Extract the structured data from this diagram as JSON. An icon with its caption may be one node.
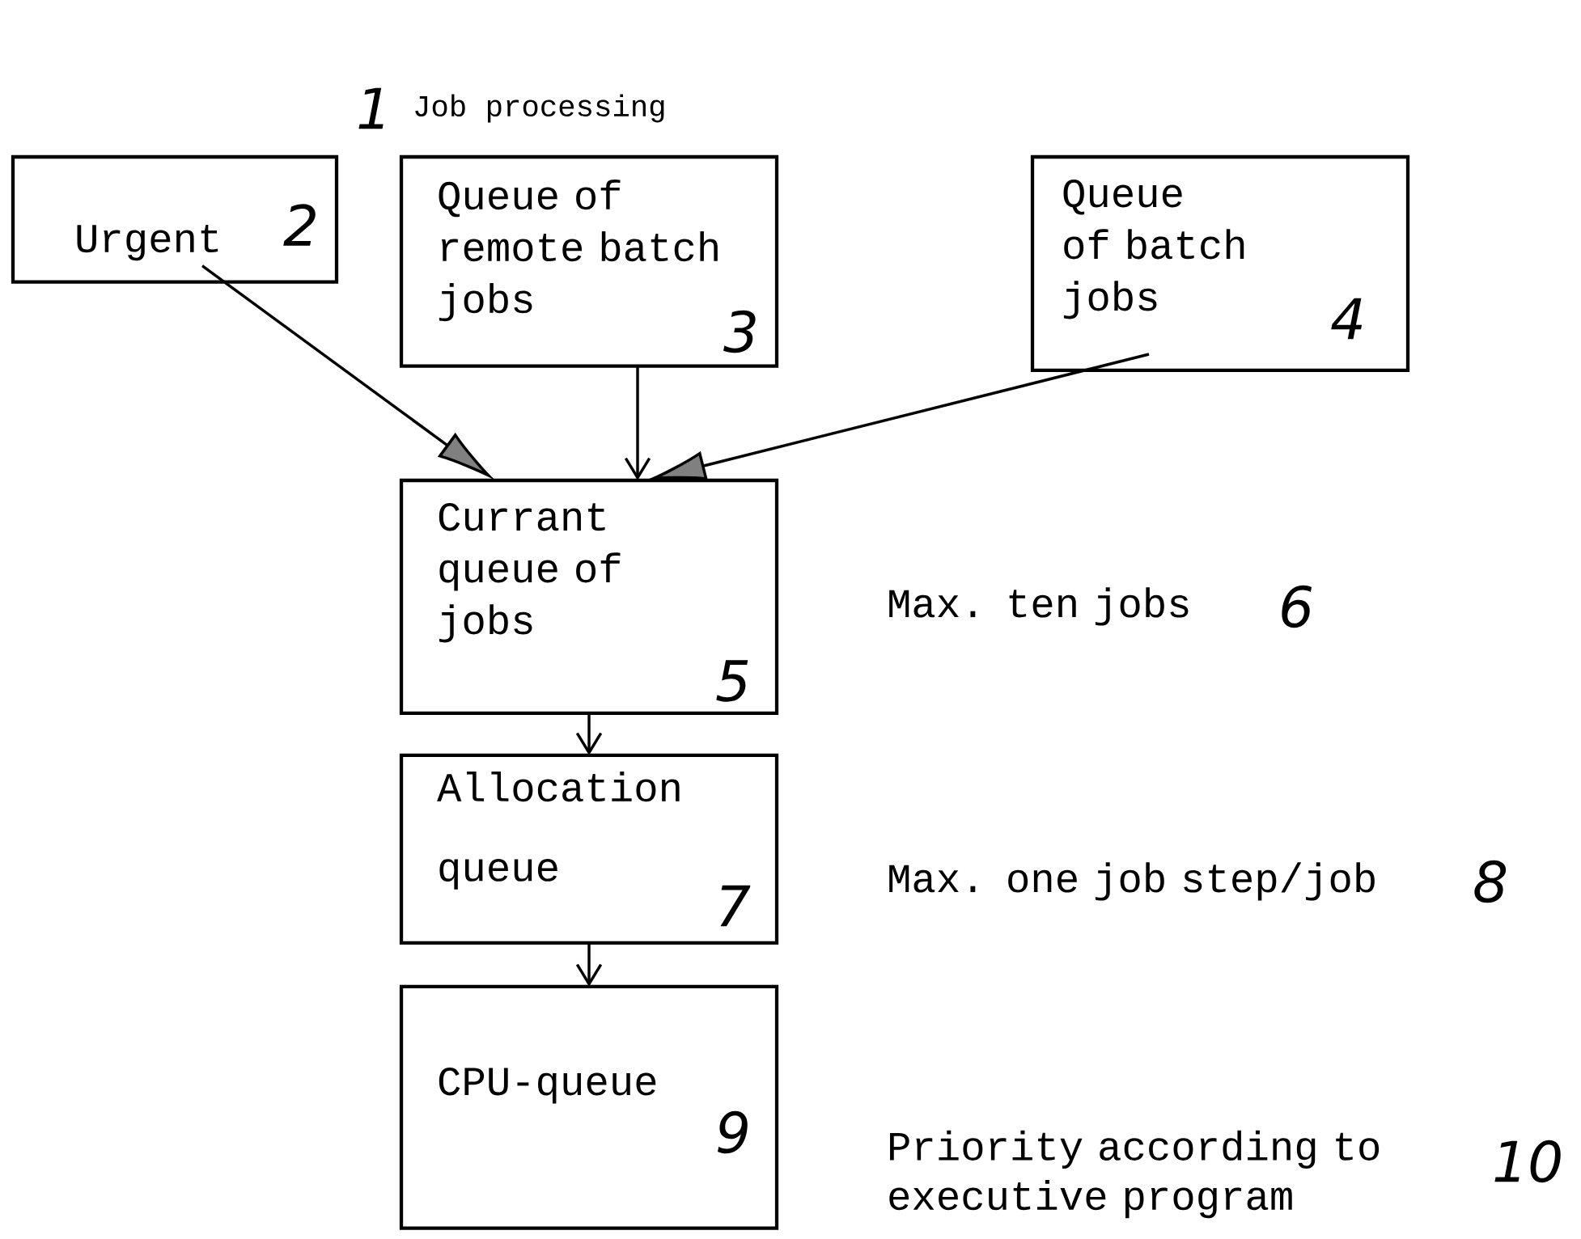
{
  "diagram": {
    "title": "Job processing",
    "nodes": [
      {
        "text": [
          "Urgent",
          "2"
        ]
      },
      {
        "text": [
          "Queue of remote batch jobs",
          "3"
        ]
      },
      {
        "text": [
          "Queue of batch jobs",
          "4"
        ]
      },
      {
        "text": [
          "Currant queue of jobs",
          "5"
        ],
        "beside": [
          "Max. ten jobs",
          "6"
        ]
      },
      {
        "text": [
          "Allocation queue",
          "7"
        ],
        "beside": [
          "Max. one job step/job",
          "8"
        ]
      },
      {
        "text": [
          "CPU-queue",
          "9"
        ],
        "beside": [
          "Priority according to executive program",
          "10"
        ]
      }
    ],
    "edges": [
      {
        "from": 0,
        "to": 3,
        "arrow": "to"
      },
      {
        "from": 1,
        "to": 3,
        "arrow": "to"
      },
      {
        "from": 2,
        "to": 3,
        "arrow": "to"
      },
      {
        "from": 3,
        "to": 4,
        "arrow": "to"
      },
      {
        "from": 4,
        "to": 5,
        "arrow": "to"
      }
    ],
    "labels": [
      "1"
    ]
  }
}
